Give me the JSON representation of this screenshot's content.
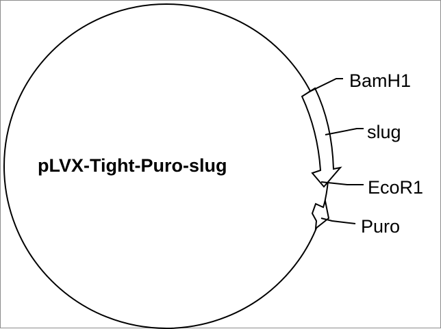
{
  "plasmid": {
    "name": "pLVX-Tight-Puro-slug"
  },
  "features": {
    "bamh1": "BamH1",
    "slug": "slug",
    "ecor1": "EcoR1",
    "puro": "Puro"
  },
  "colors": {
    "line": "#000000",
    "background": "#ffffff",
    "frame": "#8c8c8c"
  }
}
